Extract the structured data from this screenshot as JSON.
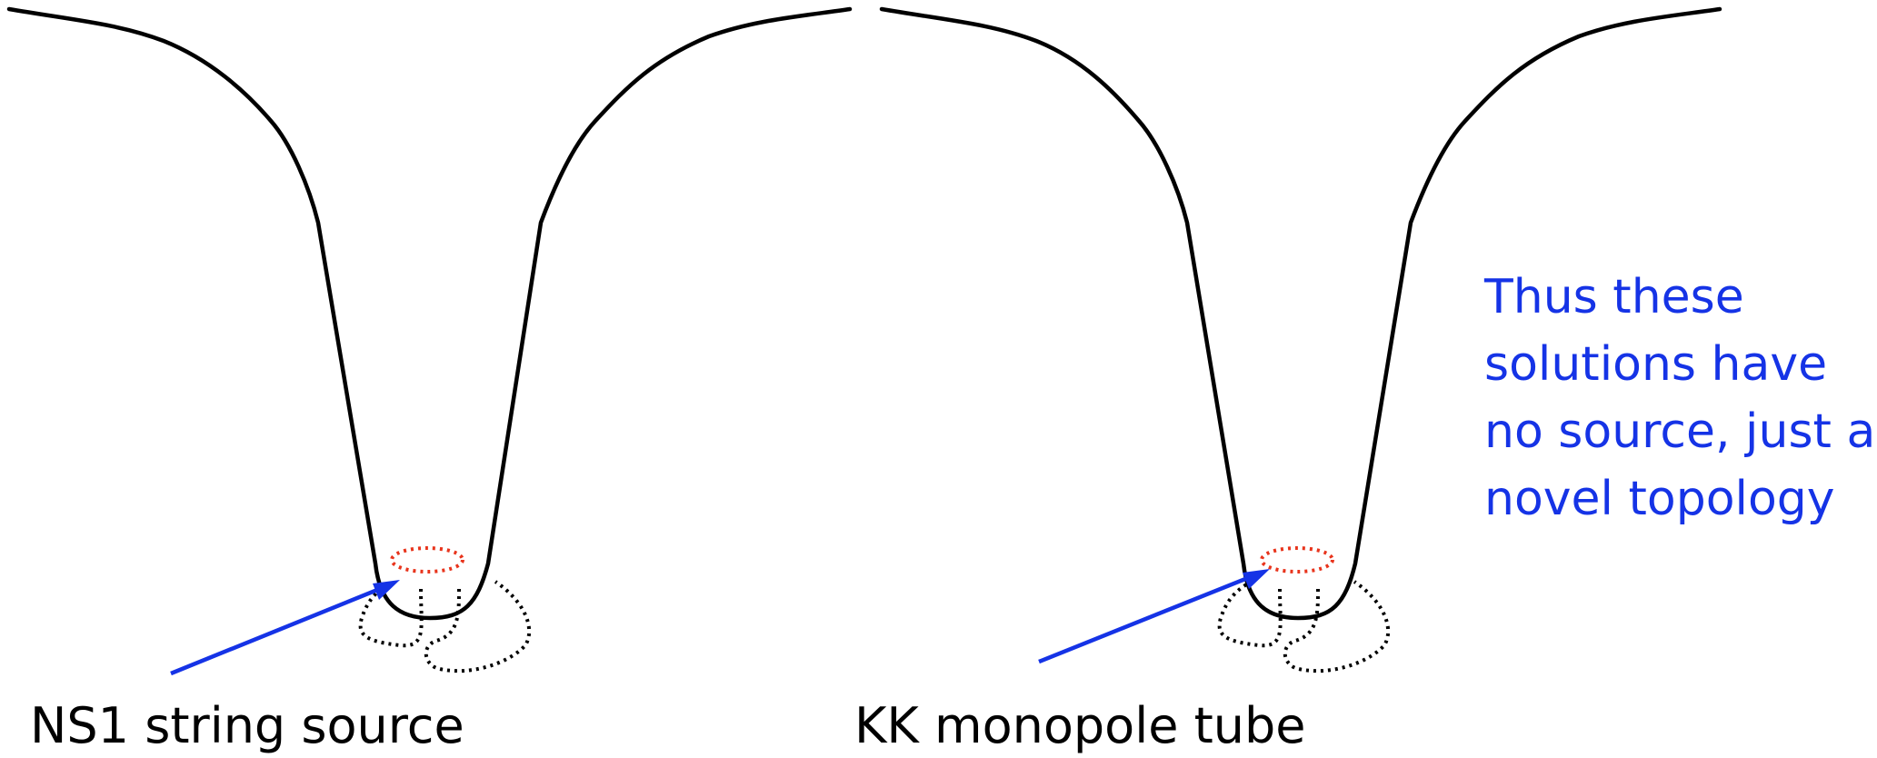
{
  "left_panel": {
    "caption": "NS1 string source"
  },
  "right_panel": {
    "caption": "KK monopole tube"
  },
  "note": {
    "lines": [
      "Thus these",
      "solutions have",
      "no source, just a",
      "novel topology"
    ]
  },
  "colors": {
    "outline": "#000000",
    "ring": "#e8341c",
    "arrow": "#1533e6",
    "note_text": "#1533e6"
  }
}
